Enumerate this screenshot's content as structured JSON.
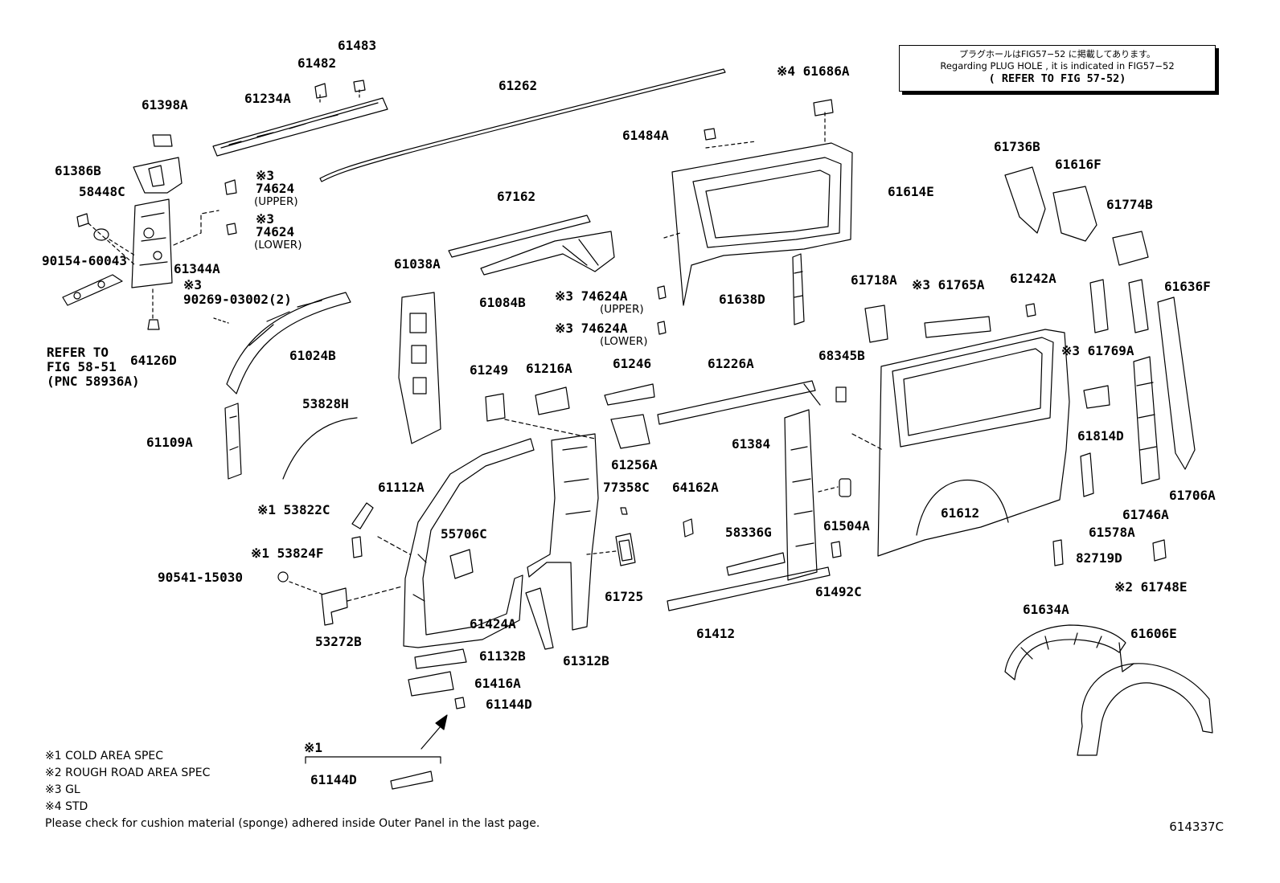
{
  "labels": {
    "p61483": "61483",
    "p61482": "61482",
    "p61234A": "61234A",
    "p61262": "61262",
    "p61398A": "61398A",
    "p61386B": "61386B",
    "p58448C": "58448C",
    "gl_mark": "※3",
    "p74624": "74624",
    "upper_paren": "(UPPER)",
    "lower_paren": "(LOWER)",
    "p90154_60043": "90154-60043",
    "p61344A": "61344A",
    "p90269_03002": "90269-03002(2)",
    "refer_to": "REFER TO",
    "fig_58_51": "FIG 58-51",
    "pnc_58936A": "(PNC 58936A)",
    "p64126D": "64126D",
    "p61024B": "61024B",
    "p61038A": "61038A",
    "p53828H": "53828H",
    "p61109A": "61109A",
    "p67162": "67162",
    "p61084B": "61084B",
    "p61686A": "※4 61686A",
    "p61484A": "61484A",
    "p61614E": "61614E",
    "gl_74624A": "※3 74624A",
    "p61638D": "61638D",
    "p61736B": "61736B",
    "p61616F": "61616F",
    "p61774B": "61774B",
    "p61718A": "61718A",
    "p61765A": "※3 61765A",
    "p61242A": "61242A",
    "p61636F": "61636F",
    "p61769A": "※3 61769A",
    "p68345B": "68345B",
    "p61249": "61249",
    "p61216A": "61216A",
    "p61246": "61246",
    "p61226A": "61226A",
    "p61814D": "61814D",
    "p61384": "61384",
    "p61256A": "61256A",
    "p61112A": "61112A",
    "p77358C": "77358C",
    "p64162A": "64162A",
    "p61706A": "61706A",
    "p61612": "61612",
    "p61746A": "61746A",
    "p53822C": "※1 53822C",
    "p61504A": "61504A",
    "p58336G": "58336G",
    "p61578A": "61578A",
    "p55706C": "55706C",
    "p53824F": "※1 53824F",
    "p82719D": "82719D",
    "p90541_15030": "90541-15030",
    "p61748E": "※2 61748E",
    "p61492C": "61492C",
    "p61725": "61725",
    "p61634A": "61634A",
    "p61424A": "61424A",
    "p61412": "61412",
    "p61606E": "61606E",
    "p53272B": "53272B",
    "p61132B": "61132B",
    "p61312B": "61312B",
    "p61416A": "61416A",
    "p61144D": "61144D",
    "cold_mark": "※1"
  },
  "note": {
    "line1": "プラグホールはFIG57−52 に掲載してあります。",
    "line2": "Regarding PLUG HOLE , it is indicated in FIG57−52",
    "line3": "( REFER TO FIG 57-52)"
  },
  "legend": [
    "※1 COLD AREA SPEC",
    "※2 ROUGH ROAD AREA SPEC",
    "※3 GL",
    "※4 STD"
  ],
  "footer_note": "Please check for cushion material (sponge) adhered inside Outer Panel in the last page.",
  "figure_code": "614337C"
}
